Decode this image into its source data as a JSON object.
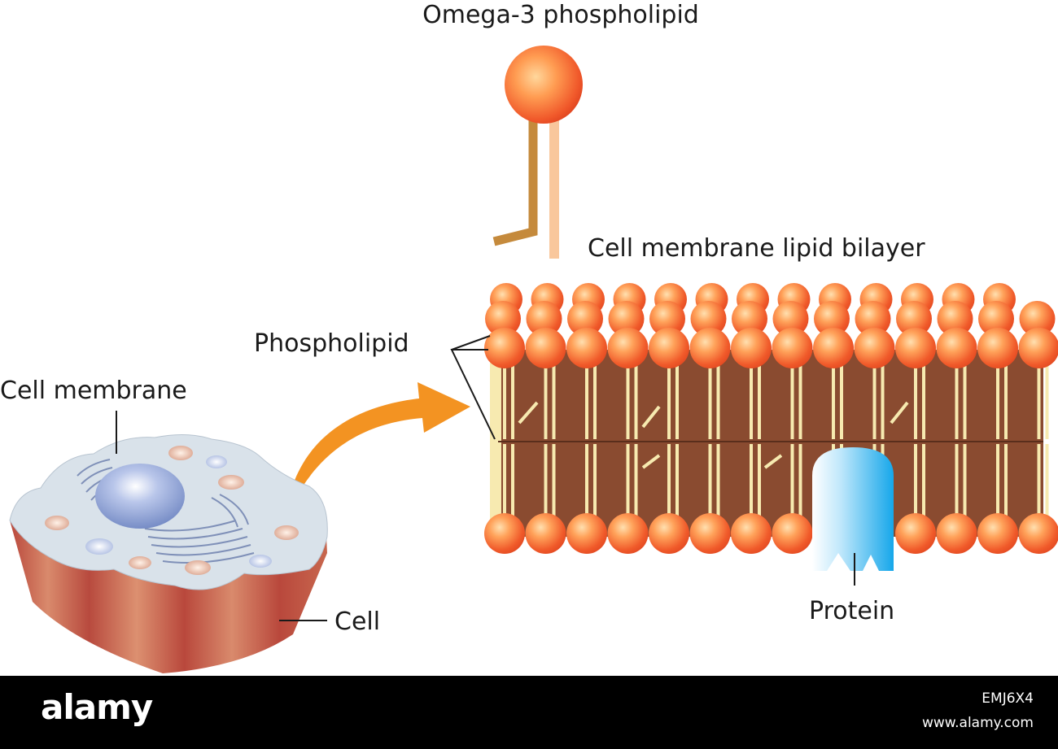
{
  "labels": {
    "omega3": "Omega-3 phospholipid",
    "bilayer": "Cell membrane lipid bilayer",
    "phospholipid": "Phospholipid",
    "cell_membrane": "Cell membrane",
    "cell": "Cell",
    "protein": "Protein"
  },
  "watermark": {
    "logo": "alamy",
    "image_id": "EMJ6X4",
    "site": "www.alamy.com"
  },
  "colors": {
    "head": "#f26b3a",
    "head_highlight": "#ffd7a8",
    "membrane_core": "#8a4b30",
    "tail": "#f7eab0",
    "arrow": "#f39322",
    "protein": "#35b6ec",
    "cell_body": "#c2574a",
    "cell_top": "#d9e2ea",
    "nucleus": "#8aa0d0"
  },
  "icons": {
    "footer_logo": "alamy-logo"
  }
}
